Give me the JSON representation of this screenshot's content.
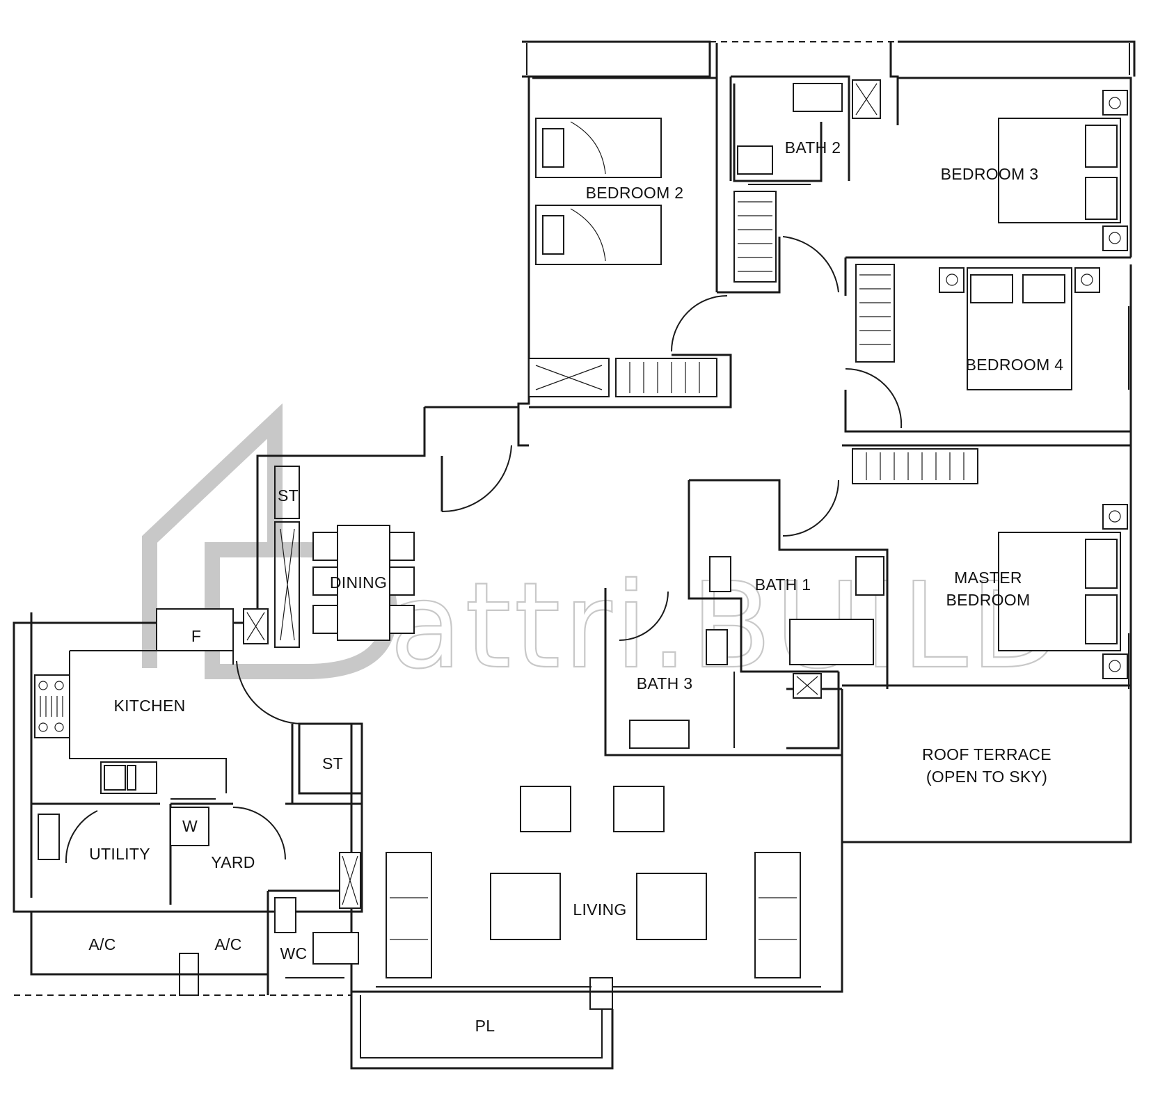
{
  "watermark": {
    "text": "attri.BUILD"
  },
  "rooms": {
    "bedroom_2": "BEDROOM 2",
    "bath_2": "BATH 2",
    "bedroom_3": "BEDROOM 3",
    "bedroom_4": "BEDROOM 4",
    "master_bedroom_line1": "MASTER",
    "master_bedroom_line2": "BEDROOM",
    "bath_1": "BATH 1",
    "bath_3": "BATH 3",
    "dining": "DINING",
    "kitchen": "KITCHEN",
    "fridge": "F",
    "store_dining": "ST",
    "store_yard": "ST",
    "utility": "UTILITY",
    "washer": "W",
    "yard": "YARD",
    "living": "LIVING",
    "ac_left": "A/C",
    "ac_right": "A/C",
    "wc": "WC",
    "planter": "PL",
    "roof_terrace_line1": "ROOF TERRACE",
    "roof_terrace_line2": "(OPEN TO SKY)"
  }
}
